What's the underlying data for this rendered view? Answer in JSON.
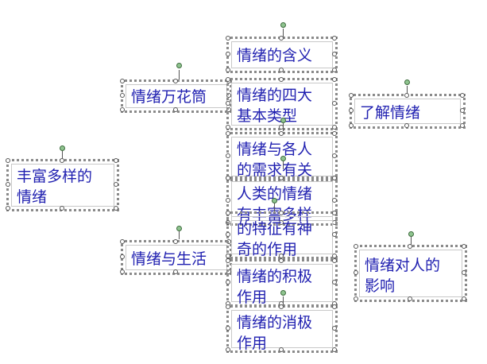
{
  "nodes": [
    {
      "id": "rich-emotions",
      "text": "丰富多样的\n情绪"
    },
    {
      "id": "kaleidoscope",
      "text": "情绪万花筒"
    },
    {
      "id": "life",
      "text": "情绪与生活"
    },
    {
      "id": "meaning",
      "text": "情绪的含义"
    },
    {
      "id": "four-types",
      "text": "情绪的四大\n基本类型"
    },
    {
      "id": "needs",
      "text": "情绪与各人\n的需求有关"
    },
    {
      "id": "human-rich",
      "text": "人类的情绪\n有丰富多样"
    },
    {
      "id": "magic",
      "text": "的特征有神\n奇的作用"
    },
    {
      "id": "positive",
      "text": "情绪的积极\n作用"
    },
    {
      "id": "negative",
      "text": "情绪的消极\n作用"
    },
    {
      "id": "understand",
      "text": "了解情绪"
    },
    {
      "id": "impact",
      "text": "情绪对人的\n影响"
    }
  ]
}
